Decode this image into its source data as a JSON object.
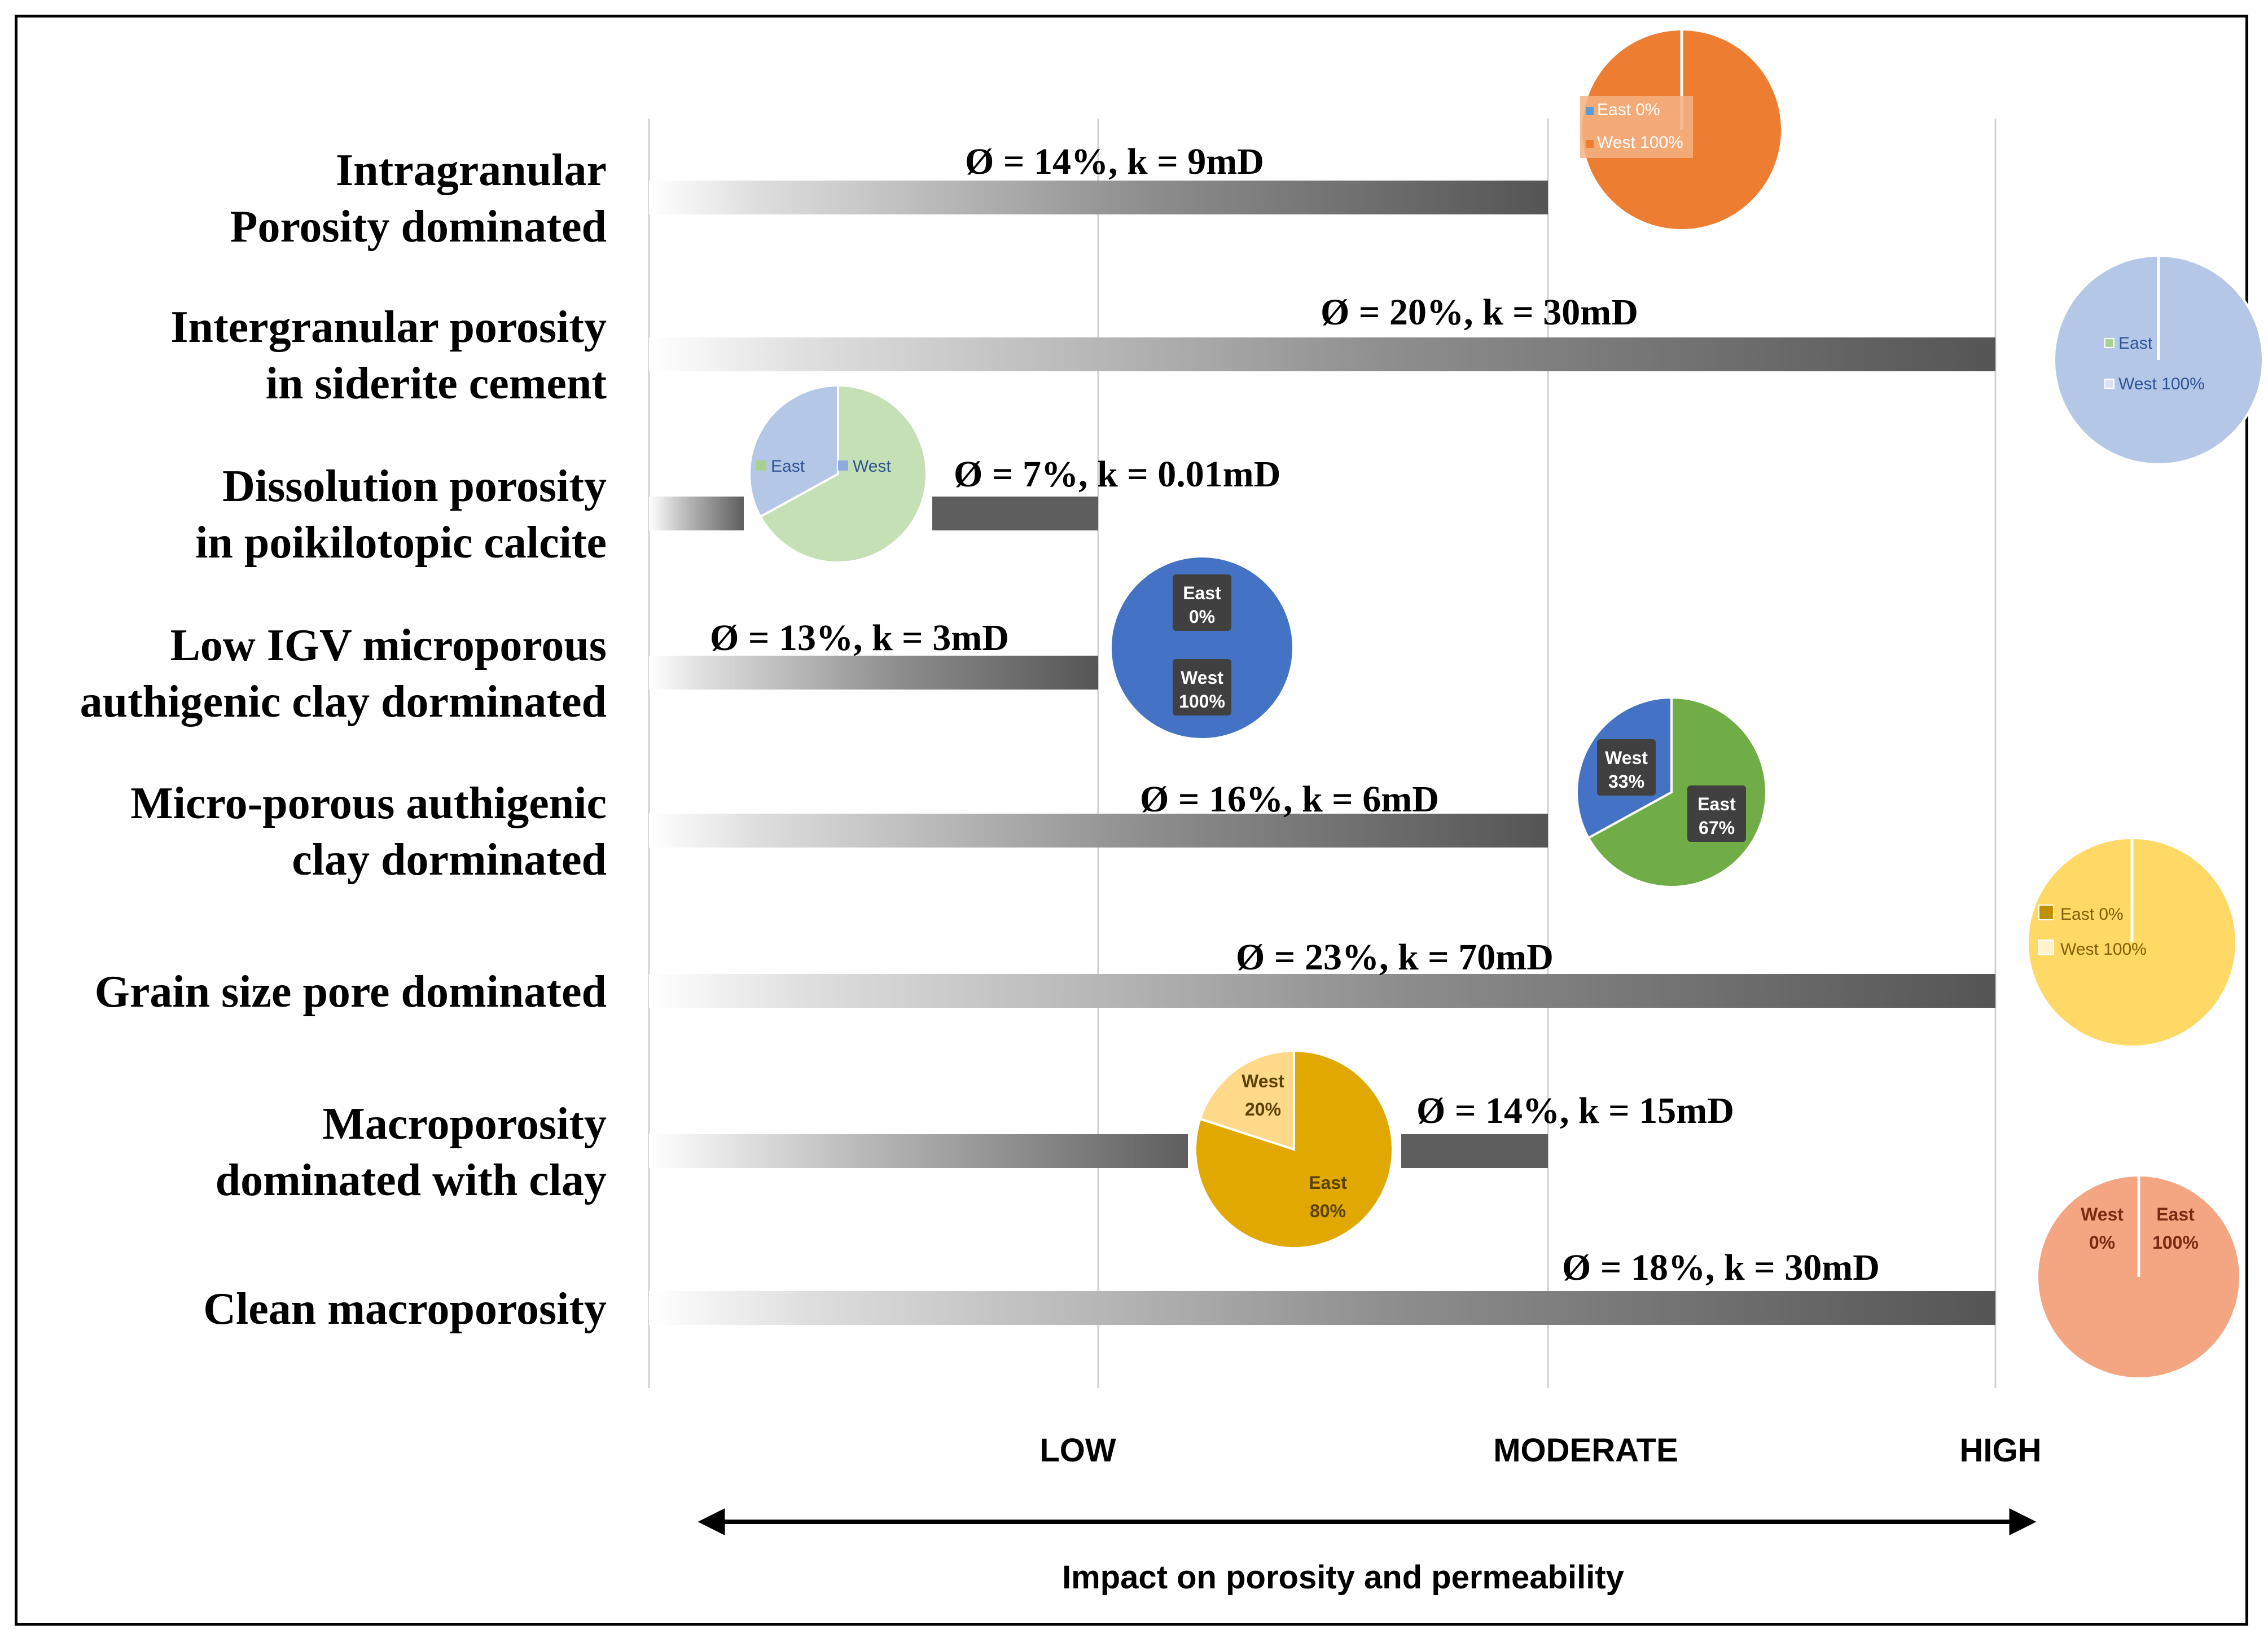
{
  "chart_data": {
    "type": "bar",
    "xlabel": "Impact on porosity and permeability",
    "impact_levels": [
      "LOW",
      "MODERATE",
      "HIGH"
    ],
    "rows": [
      {
        "category": [
          "Intragranular",
          "Porosity dominated"
        ],
        "bar_label": "Ø = 14%, k = 9mD",
        "impact": "MODERATE",
        "pie": {
          "slices": [
            {
              "name": "East",
              "value": 0
            },
            {
              "name": "West",
              "value": 100
            }
          ],
          "colors": [
            "#5B9BD5",
            "#ED7D31"
          ],
          "labels": [
            "East 0%",
            "West 100%"
          ],
          "label_style": "legend-box"
        }
      },
      {
        "category": [
          "Intergranular porosity",
          "in siderite cement"
        ],
        "bar_label": "Ø = 20%, k = 30mD",
        "impact": "HIGH",
        "pie": {
          "slices": [
            {
              "name": "East",
              "value": 0
            },
            {
              "name": "West",
              "value": 100
            }
          ],
          "colors": [
            "#A9D18E",
            "#B4C7E7"
          ],
          "labels": [
            "East",
            "West 100%"
          ],
          "label_style": "legend"
        }
      },
      {
        "category": [
          "Dissolution porosity",
          "in poikilotopic calcite"
        ],
        "bar_label": "Ø = 7%, k = 0.01mD",
        "impact": "LOW",
        "pie": {
          "slices": [
            {
              "name": "East",
              "value": 67
            },
            {
              "name": "West",
              "value": 33
            }
          ],
          "colors": [
            "#C5E0B4",
            "#B4C7E7"
          ],
          "labels": [
            "East",
            "West"
          ],
          "label_style": "legend-inline"
        }
      },
      {
        "category": [
          "Low IGV microporous",
          "authigenic clay dorminated"
        ],
        "bar_label": "Ø = 13%, k = 3mD",
        "impact": "LOW",
        "pie": {
          "slices": [
            {
              "name": "East",
              "value": 0
            },
            {
              "name": "West",
              "value": 100
            }
          ],
          "colors": [
            "#4472C4",
            "#4472C4"
          ],
          "labels": [
            "East\n0%",
            "West\n100%"
          ],
          "label_style": "dark-box"
        }
      },
      {
        "category": [
          "Micro-porous authigenic",
          "clay dorminated"
        ],
        "bar_label": "Ø = 16%, k = 6mD",
        "impact": "MODERATE",
        "pie": {
          "slices": [
            {
              "name": "East",
              "value": 67
            },
            {
              "name": "West",
              "value": 33
            }
          ],
          "colors": [
            "#70AD47",
            "#4472C4"
          ],
          "labels": [
            "East\n67%",
            "West\n33%"
          ],
          "label_style": "dark-box"
        }
      },
      {
        "category": [
          "Grain size pore dominated"
        ],
        "bar_label": "Ø = 23%, k = 70mD",
        "impact": "HIGH",
        "pie": {
          "slices": [
            {
              "name": "East",
              "value": 0
            },
            {
              "name": "West",
              "value": 100
            }
          ],
          "colors": [
            "#BF9000",
            "#FFD966"
          ],
          "labels": [
            "East 0%",
            "West 100%"
          ],
          "label_style": "legend-large"
        }
      },
      {
        "category": [
          "Macroporosity",
          "dominated with clay"
        ],
        "bar_label": "Ø = 14%, k = 15mD",
        "impact": "MODERATE",
        "pie": {
          "slices": [
            {
              "name": "East",
              "value": 80
            },
            {
              "name": "West",
              "value": 20
            }
          ],
          "colors": [
            "#E0A800",
            "#FFD98A"
          ],
          "labels": [
            "East\n80%",
            "West\n20%"
          ],
          "label_style": "plain"
        }
      },
      {
        "category": [
          "Clean macroporosity"
        ],
        "bar_label": "Ø = 18%, k = 30mD",
        "impact": "HIGH",
        "pie": {
          "slices": [
            {
              "name": "East",
              "value": 100
            },
            {
              "name": "West",
              "value": 0
            }
          ],
          "colors": [
            "#F4A582",
            "#F4A582"
          ],
          "labels": [
            "East\n100%",
            "West\n0%"
          ],
          "label_style": "plain-dark"
        }
      }
    ]
  }
}
